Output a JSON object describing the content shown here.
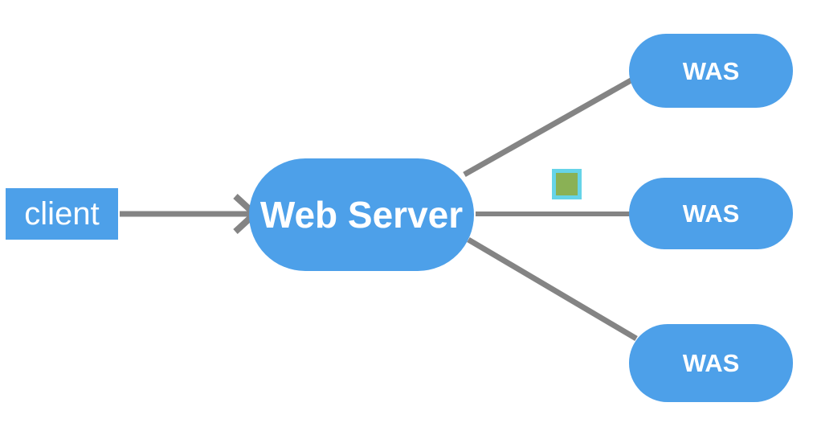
{
  "diagram": {
    "background": "#ffffff",
    "colors": {
      "node_fill": "#4da0e9",
      "node_text": "#ffffff",
      "connector": "#848484",
      "handle_fill": "#8ab155",
      "handle_border": "#66d4e8"
    },
    "nodes": {
      "client": {
        "label": "client",
        "shape": "rectangle"
      },
      "web_server": {
        "label": "Web Server",
        "shape": "stadium"
      },
      "was_top": {
        "label": "WAS",
        "shape": "stadium"
      },
      "was_middle": {
        "label": "WAS",
        "shape": "stadium"
      },
      "was_bottom": {
        "label": "WAS",
        "shape": "stadium"
      }
    },
    "edges": [
      {
        "from": "client",
        "to": "web_server",
        "style": "arrow"
      },
      {
        "from": "web_server",
        "to": "was_top",
        "style": "line"
      },
      {
        "from": "web_server",
        "to": "was_middle",
        "style": "line"
      },
      {
        "from": "web_server",
        "to": "was_bottom",
        "style": "line"
      }
    ]
  }
}
